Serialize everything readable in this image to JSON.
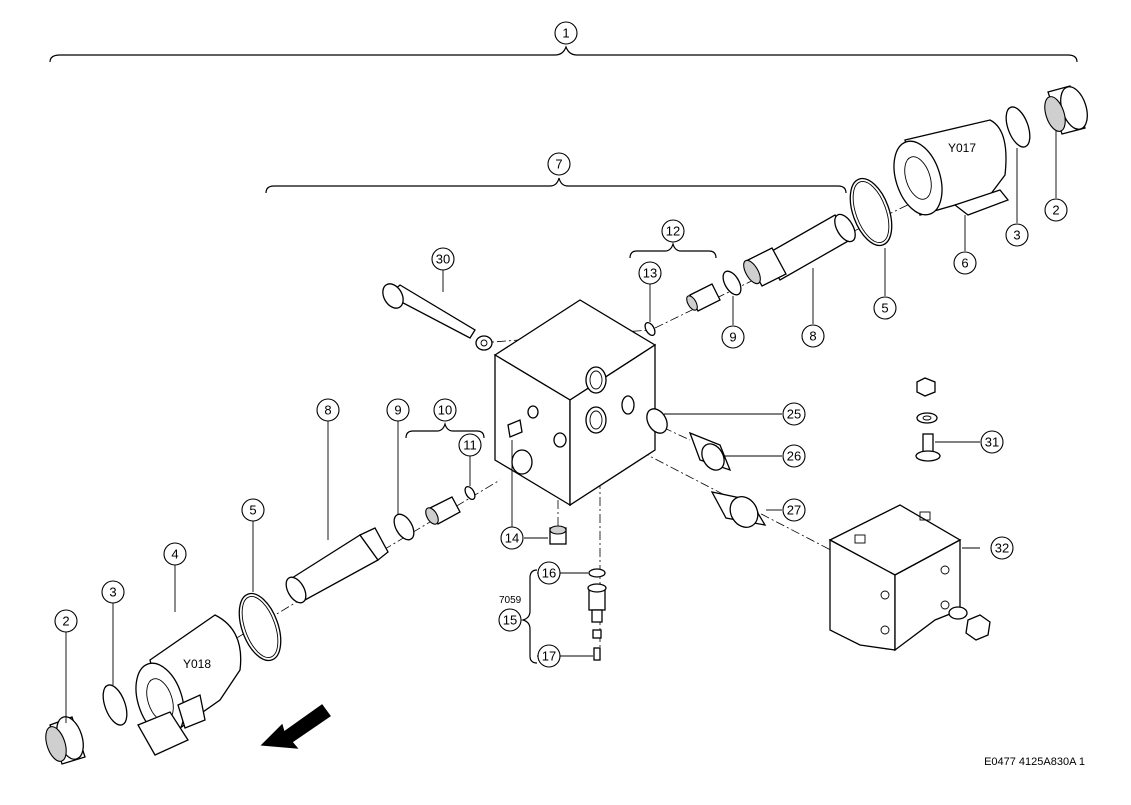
{
  "callouts": [
    {
      "id": "c1",
      "n": "1"
    },
    {
      "id": "c7",
      "n": "7"
    },
    {
      "id": "c12",
      "n": "12"
    },
    {
      "id": "c30",
      "n": "30"
    },
    {
      "id": "c13",
      "n": "13"
    },
    {
      "id": "c9a",
      "n": "9"
    },
    {
      "id": "c8a",
      "n": "8"
    },
    {
      "id": "c5a",
      "n": "5"
    },
    {
      "id": "c6",
      "n": "6"
    },
    {
      "id": "c3a",
      "n": "3"
    },
    {
      "id": "c2a",
      "n": "2"
    },
    {
      "id": "c25",
      "n": "25"
    },
    {
      "id": "c26",
      "n": "26"
    },
    {
      "id": "c27",
      "n": "27"
    },
    {
      "id": "c31",
      "n": "31"
    },
    {
      "id": "c32",
      "n": "32"
    },
    {
      "id": "c8b",
      "n": "8"
    },
    {
      "id": "c9b",
      "n": "9"
    },
    {
      "id": "c10",
      "n": "10"
    },
    {
      "id": "c11",
      "n": "11"
    },
    {
      "id": "c5b",
      "n": "5"
    },
    {
      "id": "c4",
      "n": "4"
    },
    {
      "id": "c3b",
      "n": "3"
    },
    {
      "id": "c2b",
      "n": "2"
    },
    {
      "id": "c14",
      "n": "14"
    },
    {
      "id": "c16",
      "n": "16"
    },
    {
      "id": "c15",
      "n": "15"
    },
    {
      "id": "c17",
      "n": "17"
    }
  ],
  "labels": {
    "coil_top": "Y017",
    "coil_bottom": "Y018",
    "kit_code": "7059",
    "drawing_ref": "E0477 4125A830A 1"
  }
}
